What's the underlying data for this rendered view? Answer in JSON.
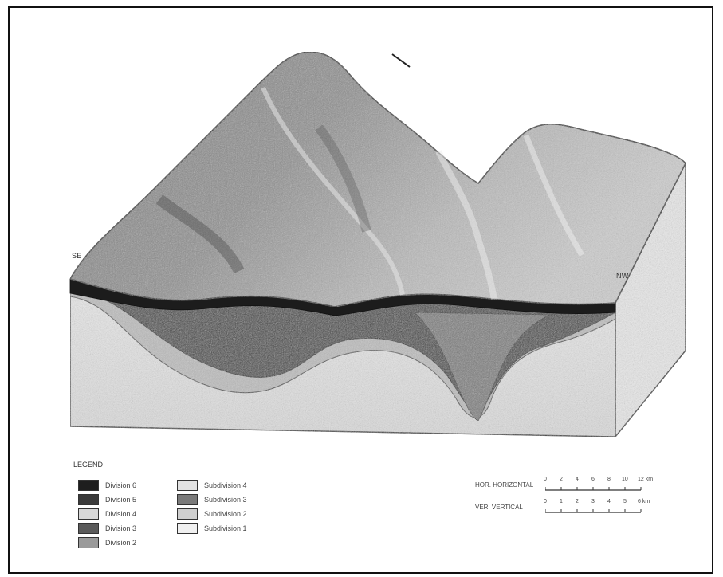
{
  "figure": {
    "corner_label_left": "SE",
    "corner_label_right": "NW"
  },
  "legend": {
    "title": "LEGEND",
    "items": [
      {
        "label": "Division 6",
        "swatch": "#1e1e1e"
      },
      {
        "label": "Division 5",
        "swatch": "#3a3a3a"
      },
      {
        "label": "Division 4",
        "swatch": "#d8d8d8"
      },
      {
        "label": "Division 3",
        "swatch": "#5a5a5a"
      },
      {
        "label": "Division 2",
        "swatch": "#9a9a9a"
      },
      {
        "label": "Subdivision 4",
        "swatch": "#e2e2e2"
      },
      {
        "label": "Subdivision 3",
        "swatch": "#7a7a7a"
      },
      {
        "label": "Subdivision 2",
        "swatch": "#cfcfcf"
      },
      {
        "label": "Subdivision 1",
        "swatch": "#f0f0f0"
      }
    ]
  },
  "scales": {
    "horizontal": {
      "label": "HOR. HORIZONTAL",
      "ticks": [
        "0",
        "2",
        "4",
        "6",
        "8",
        "10",
        "12 km"
      ]
    },
    "vertical": {
      "label": "VER. VERTICAL",
      "ticks": [
        "0",
        "1",
        "2",
        "3",
        "4",
        "5",
        "6 km"
      ]
    }
  }
}
